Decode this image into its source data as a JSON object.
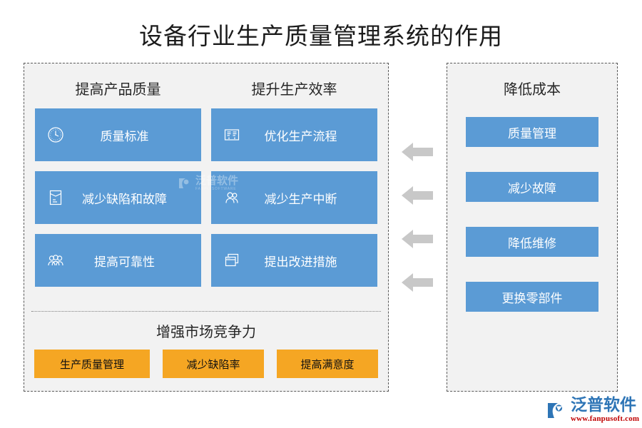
{
  "page": {
    "title": "设备行业生产质量管理系统的作用",
    "background": "#ffffff",
    "accent_blue": "#5b9bd5",
    "accent_orange": "#f5a623",
    "panel_background": "#f2f2f2",
    "panel_border": "#595959",
    "arrow_color": "#c8c8c8"
  },
  "left_panel": {
    "columns": [
      {
        "heading": "提高产品质量",
        "cards": [
          {
            "icon": "clock-icon",
            "label": "质量标准"
          },
          {
            "icon": "document-envelope-icon",
            "label": "减少缺陷和故障"
          },
          {
            "icon": "group-people-icon",
            "label": "提高可靠性"
          }
        ]
      },
      {
        "heading": "提升生产效率",
        "cards": [
          {
            "icon": "flowchart-icon",
            "label": "优化生产流程"
          },
          {
            "icon": "two-people-icon",
            "label": "减少生产中断"
          },
          {
            "icon": "stacked-windows-icon",
            "label": "提出改进措施"
          }
        ]
      }
    ],
    "bottom": {
      "heading": "增强市场竞争力",
      "chips": [
        {
          "label": "生产质量管理",
          "width": "wide"
        },
        {
          "label": "减少缺陷率",
          "width": "mid"
        },
        {
          "label": "提高满意度",
          "width": "mid"
        }
      ]
    }
  },
  "right_panel": {
    "heading": "降低成本",
    "items": [
      {
        "label": "质量管理"
      },
      {
        "label": "减少故障"
      },
      {
        "label": "降低维修"
      },
      {
        "label": "更换零部件"
      }
    ]
  },
  "arrows": {
    "count": 4,
    "direction": "left",
    "icon": "arrow-left-icon"
  },
  "watermark": {
    "cn": "泛普软件",
    "en": "FANPU SOFTWARE",
    "icon": "fanpu-swoosh-icon"
  },
  "brand_logo": {
    "name": "泛普软件",
    "url": "www.fanpusoft.com",
    "icon": "fanpu-swoosh-icon"
  }
}
